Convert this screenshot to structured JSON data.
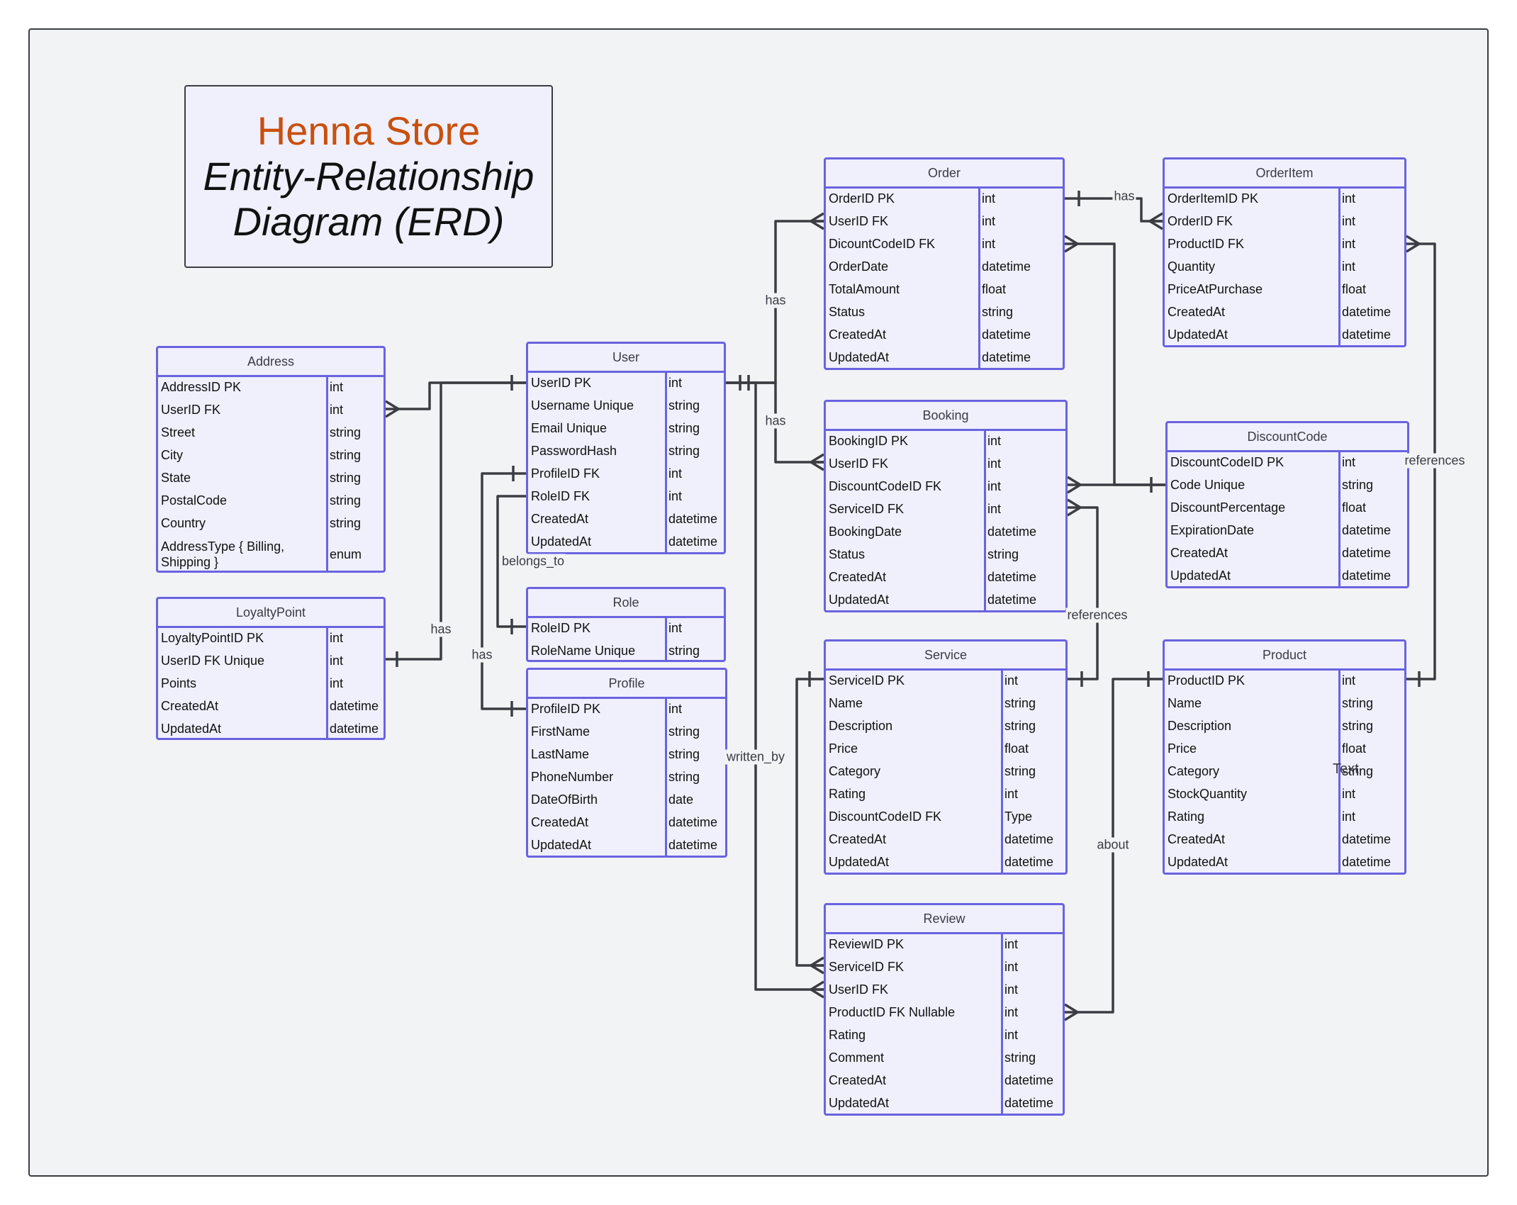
{
  "title": {
    "main": "Henna Store",
    "sub1": "Entity-Relationship",
    "sub2": "Diagram (ERD)"
  },
  "entities": {
    "address": {
      "name": "Address",
      "attrs": [
        {
          "n": "AddressID PK",
          "t": "int"
        },
        {
          "n": "UserID FK",
          "t": "int"
        },
        {
          "n": "Street",
          "t": "string"
        },
        {
          "n": "City",
          "t": "string"
        },
        {
          "n": "State",
          "t": "string"
        },
        {
          "n": "PostalCode",
          "t": "string"
        },
        {
          "n": "Country",
          "t": "string"
        },
        {
          "n": "AddressType { Billing, Shipping }",
          "t": "enum"
        }
      ]
    },
    "loyalty": {
      "name": "LoyaltyPoint",
      "attrs": [
        {
          "n": "LoyaltyPointID PK",
          "t": "int"
        },
        {
          "n": "UserID FK Unique",
          "t": "int"
        },
        {
          "n": "Points",
          "t": "int"
        },
        {
          "n": "CreatedAt",
          "t": "datetime"
        },
        {
          "n": "UpdatedAt",
          "t": "datetime"
        }
      ]
    },
    "user": {
      "name": "User",
      "attrs": [
        {
          "n": "UserID PK",
          "t": "int"
        },
        {
          "n": "Username Unique",
          "t": "string"
        },
        {
          "n": "Email Unique",
          "t": "string"
        },
        {
          "n": "PasswordHash",
          "t": "string"
        },
        {
          "n": "ProfileID FK",
          "t": "int"
        },
        {
          "n": "RoleID FK",
          "t": "int"
        },
        {
          "n": "CreatedAt",
          "t": "datetime"
        },
        {
          "n": "UpdatedAt",
          "t": "datetime"
        }
      ]
    },
    "role": {
      "name": "Role",
      "attrs": [
        {
          "n": "RoleID PK",
          "t": "int"
        },
        {
          "n": "RoleName Unique",
          "t": "string"
        }
      ]
    },
    "profile": {
      "name": "Profile",
      "attrs": [
        {
          "n": "ProfileID PK",
          "t": "int"
        },
        {
          "n": "FirstName",
          "t": "string"
        },
        {
          "n": "LastName",
          "t": "string"
        },
        {
          "n": "PhoneNumber",
          "t": "string"
        },
        {
          "n": "DateOfBirth",
          "t": "date"
        },
        {
          "n": "CreatedAt",
          "t": "datetime"
        },
        {
          "n": "UpdatedAt",
          "t": "datetime"
        }
      ]
    },
    "order": {
      "name": "Order",
      "attrs": [
        {
          "n": "OrderID PK",
          "t": "int"
        },
        {
          "n": "UserID FK",
          "t": "int"
        },
        {
          "n": "DicountCodeID FK",
          "t": "int"
        },
        {
          "n": "OrderDate",
          "t": "datetime"
        },
        {
          "n": "TotalAmount",
          "t": "float"
        },
        {
          "n": "Status",
          "t": "string"
        },
        {
          "n": "CreatedAt",
          "t": "datetime"
        },
        {
          "n": "UpdatedAt",
          "t": "datetime"
        }
      ]
    },
    "booking": {
      "name": "Booking",
      "attrs": [
        {
          "n": "BookingID PK",
          "t": "int"
        },
        {
          "n": "UserID FK",
          "t": "int"
        },
        {
          "n": "DiscountCodeID FK",
          "t": "int"
        },
        {
          "n": "ServiceID FK",
          "t": "int"
        },
        {
          "n": "BookingDate",
          "t": "datetime"
        },
        {
          "n": "Status",
          "t": "string"
        },
        {
          "n": "CreatedAt",
          "t": "datetime"
        },
        {
          "n": "UpdatedAt",
          "t": "datetime"
        }
      ]
    },
    "service": {
      "name": "Service",
      "attrs": [
        {
          "n": "ServiceID PK",
          "t": "int"
        },
        {
          "n": "Name",
          "t": "string"
        },
        {
          "n": "Description",
          "t": "string"
        },
        {
          "n": "Price",
          "t": "float"
        },
        {
          "n": "Category",
          "t": "string"
        },
        {
          "n": "Rating",
          "t": "int"
        },
        {
          "n": "DiscountCodeID FK",
          "t": "Type"
        },
        {
          "n": "CreatedAt",
          "t": "datetime"
        },
        {
          "n": "UpdatedAt",
          "t": "datetime"
        }
      ]
    },
    "review": {
      "name": "Review",
      "attrs": [
        {
          "n": "ReviewID PK",
          "t": "int"
        },
        {
          "n": "ServiceID FK",
          "t": "int"
        },
        {
          "n": "UserID FK",
          "t": "int"
        },
        {
          "n": "ProductID FK Nullable",
          "t": "int"
        },
        {
          "n": "Rating",
          "t": "int"
        },
        {
          "n": "Comment",
          "t": "string"
        },
        {
          "n": "CreatedAt",
          "t": "datetime"
        },
        {
          "n": "UpdatedAt",
          "t": "datetime"
        }
      ]
    },
    "orderitem": {
      "name": "OrderItem",
      "attrs": [
        {
          "n": "OrderItemID PK",
          "t": "int"
        },
        {
          "n": "OrderID FK",
          "t": "int"
        },
        {
          "n": "ProductID FK",
          "t": "int"
        },
        {
          "n": "Quantity",
          "t": "int"
        },
        {
          "n": "PriceAtPurchase",
          "t": "float"
        },
        {
          "n": "CreatedAt",
          "t": "datetime"
        },
        {
          "n": "UpdatedAt",
          "t": "datetime"
        }
      ]
    },
    "discount": {
      "name": "DiscountCode",
      "attrs": [
        {
          "n": "DiscountCodeID PK",
          "t": "int"
        },
        {
          "n": "Code Unique",
          "t": "string"
        },
        {
          "n": "DiscountPercentage",
          "t": "float"
        },
        {
          "n": "ExpirationDate",
          "t": "datetime"
        },
        {
          "n": "CreatedAt",
          "t": "datetime"
        },
        {
          "n": "UpdatedAt",
          "t": "datetime"
        }
      ]
    },
    "product": {
      "name": "Product",
      "attrs": [
        {
          "n": "ProductID PK",
          "t": "int"
        },
        {
          "n": "Name",
          "t": "string"
        },
        {
          "n": "Description",
          "t": "string"
        },
        {
          "n": "Price",
          "t": "float"
        },
        {
          "n": "Category",
          "t": "string"
        },
        {
          "n": "StockQuantity",
          "t": "int"
        },
        {
          "n": "Rating",
          "t": "int"
        },
        {
          "n": "CreatedAt",
          "t": "datetime"
        },
        {
          "n": "UpdatedAt",
          "t": "datetime"
        }
      ]
    }
  },
  "relations": {
    "user_address": "has",
    "user_loyalty": "has",
    "user_order": "has",
    "user_booking": "has",
    "user_role": "belongs_to",
    "user_profile": "has",
    "user_review": "written_by",
    "order_orderitem": "has",
    "booking_service": "references",
    "orderitem_product": "references",
    "review_product": "about"
  },
  "stray_text": "Text",
  "colors": {
    "entity_border": "#6a63df",
    "entity_fill": "#eff0fb",
    "connector": "#3a3d42",
    "title_accent": "#c8500e",
    "canvas": "#f2f3f5"
  }
}
